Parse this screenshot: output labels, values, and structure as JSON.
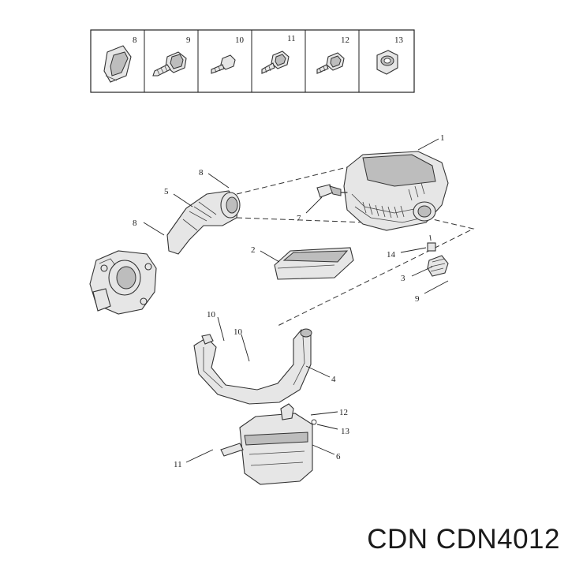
{
  "legend": {
    "cells": [
      {
        "number": "8",
        "icon": "clip-icon"
      },
      {
        "number": "9",
        "icon": "flange-bolt-icon"
      },
      {
        "number": "10",
        "icon": "small-bolt-icon"
      },
      {
        "number": "11",
        "icon": "bolt-icon"
      },
      {
        "number": "12",
        "icon": "washer-bolt-icon"
      },
      {
        "number": "13",
        "icon": "nut-icon"
      }
    ]
  },
  "callouts": {
    "c1": "1",
    "c2": "2",
    "c3": "3",
    "c4": "4",
    "c5": "5",
    "c6": "6",
    "c7": "7",
    "c8a": "8",
    "c8b": "8",
    "c9": "9",
    "c10a": "10",
    "c10b": "10",
    "c11": "11",
    "c12": "12",
    "c13": "13",
    "c14": "14"
  },
  "footer": {
    "brand_text": "CDN CDN4012"
  }
}
